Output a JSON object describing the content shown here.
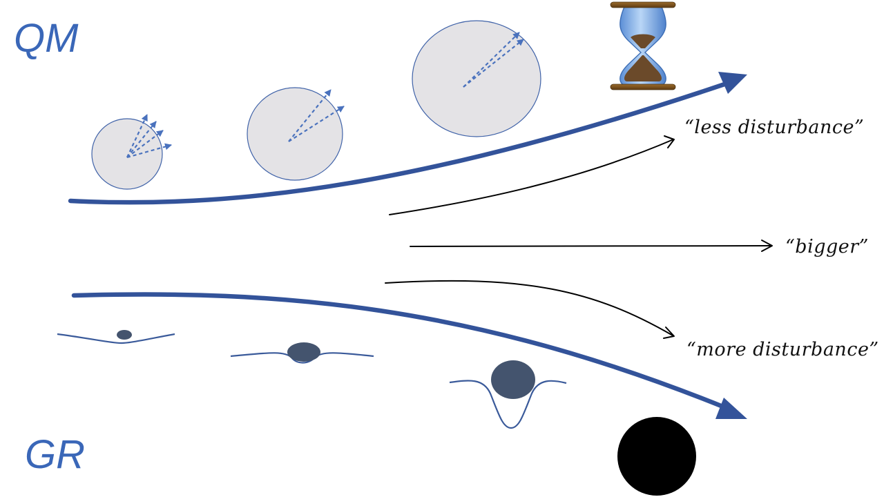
{
  "labels": {
    "qm": "QM",
    "gr": "GR",
    "less": "“less disturbance”",
    "bigger": "“bigger”",
    "more": "“more disturbance”"
  },
  "colors": {
    "accent": "#3a67b8",
    "arrow_dark": "#33539a",
    "circle_fill": "#e4e3e6",
    "circle_stroke": "#3f62a8",
    "mass": "#44546e",
    "black_hole": "#000000"
  },
  "icons": [
    "hourglass-icon",
    "black-hole-icon"
  ]
}
